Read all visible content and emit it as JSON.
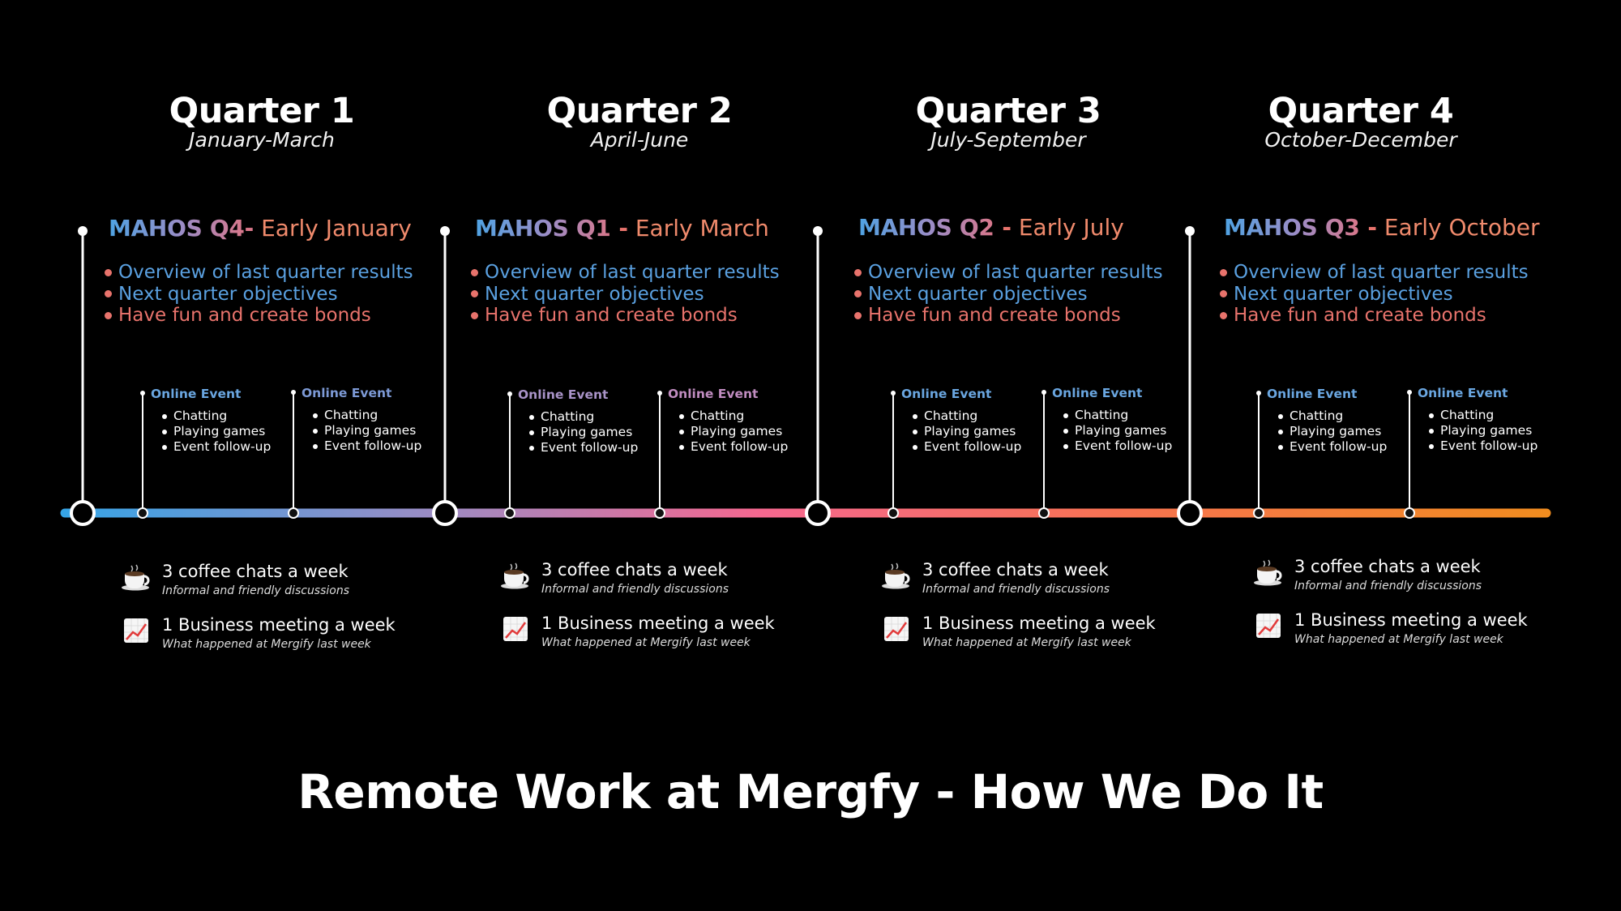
{
  "footer_title": "Remote Work at Mergfy - How We Do It",
  "colors": {
    "timeline_gradient": [
      "#35a4e6",
      "#9b8cc4",
      "#f5678f",
      "#f7734f",
      "#f08c1f"
    ],
    "bullet_colors": [
      "#e8736c",
      "#5aa0e0",
      "#e8736c"
    ]
  },
  "quarters": [
    {
      "title": "Quarter 1",
      "months": "January-March",
      "mahos": {
        "name": "MAHOS Q4",
        "sep": "-",
        "when": " Early January"
      },
      "bullets": [
        "Overview of last quarter results",
        "Next quarter objectives",
        "Have fun and create bonds"
      ],
      "events": [
        {
          "label": "Online Event",
          "items": [
            "Chatting",
            "Playing games",
            "Event follow-up"
          ]
        },
        {
          "label": "Online Event",
          "items": [
            "Chatting",
            "Playing games",
            "Event follow-up"
          ]
        }
      ],
      "activities": [
        {
          "icon": "coffee-icon",
          "title": "3 coffee chats a week",
          "subtitle": "Informal and friendly discussions"
        },
        {
          "icon": "chart-increasing-icon",
          "title": "1 Business meeting a week",
          "subtitle": "What happened at Mergify last week"
        }
      ]
    },
    {
      "title": "Quarter 2",
      "months": "April-June",
      "mahos": {
        "name": "MAHOS Q1",
        "sep": " -",
        "when": " Early March"
      },
      "bullets": [
        "Overview of last quarter results",
        "Next quarter objectives",
        "Have fun and create bonds"
      ],
      "events": [
        {
          "label": "Online Event",
          "items": [
            "Chatting",
            "Playing games",
            "Event follow-up"
          ]
        },
        {
          "label": "Online Event",
          "items": [
            "Chatting",
            "Playing games",
            "Event follow-up"
          ]
        }
      ],
      "activities": [
        {
          "icon": "coffee-icon",
          "title": "3 coffee chats a week",
          "subtitle": "Informal and friendly discussions"
        },
        {
          "icon": "chart-increasing-icon",
          "title": "1 Business meeting a week",
          "subtitle": "What happened at Mergify last week"
        }
      ]
    },
    {
      "title": "Quarter 3",
      "months": "July-September",
      "mahos": {
        "name": "MAHOS Q2",
        "sep": " -",
        "when": " Early July"
      },
      "bullets": [
        "Overview of last quarter results",
        "Next quarter objectives",
        "Have fun and create bonds"
      ],
      "events": [
        {
          "label": "Online Event",
          "items": [
            "Chatting",
            "Playing games",
            "Event follow-up"
          ]
        },
        {
          "label": "Online Event",
          "items": [
            "Chatting",
            "Playing games",
            "Event follow-up"
          ]
        }
      ],
      "activities": [
        {
          "icon": "coffee-icon",
          "title": "3 coffee chats a week",
          "subtitle": "Informal and friendly discussions"
        },
        {
          "icon": "chart-increasing-icon",
          "title": "1 Business meeting a week",
          "subtitle": "What happened at Mergify last week"
        }
      ]
    },
    {
      "title": "Quarter 4",
      "months": "October-December",
      "mahos": {
        "name": "MAHOS Q3",
        "sep": " -",
        "when": " Early October"
      },
      "bullets": [
        "Overview of last quarter results",
        "Next quarter objectives",
        "Have fun and create bonds"
      ],
      "events": [
        {
          "label": "Online Event",
          "items": [
            "Chatting",
            "Playing games",
            "Event follow-up"
          ]
        },
        {
          "label": "Online Event",
          "items": [
            "Chatting",
            "Playing games",
            "Event follow-up"
          ]
        }
      ],
      "activities": [
        {
          "icon": "coffee-icon",
          "title": "3 coffee chats a week",
          "subtitle": "Informal and friendly discussions"
        },
        {
          "icon": "chart-increasing-icon",
          "title": "1 Business meeting a week",
          "subtitle": "What happened at Mergify last week"
        }
      ]
    }
  ]
}
